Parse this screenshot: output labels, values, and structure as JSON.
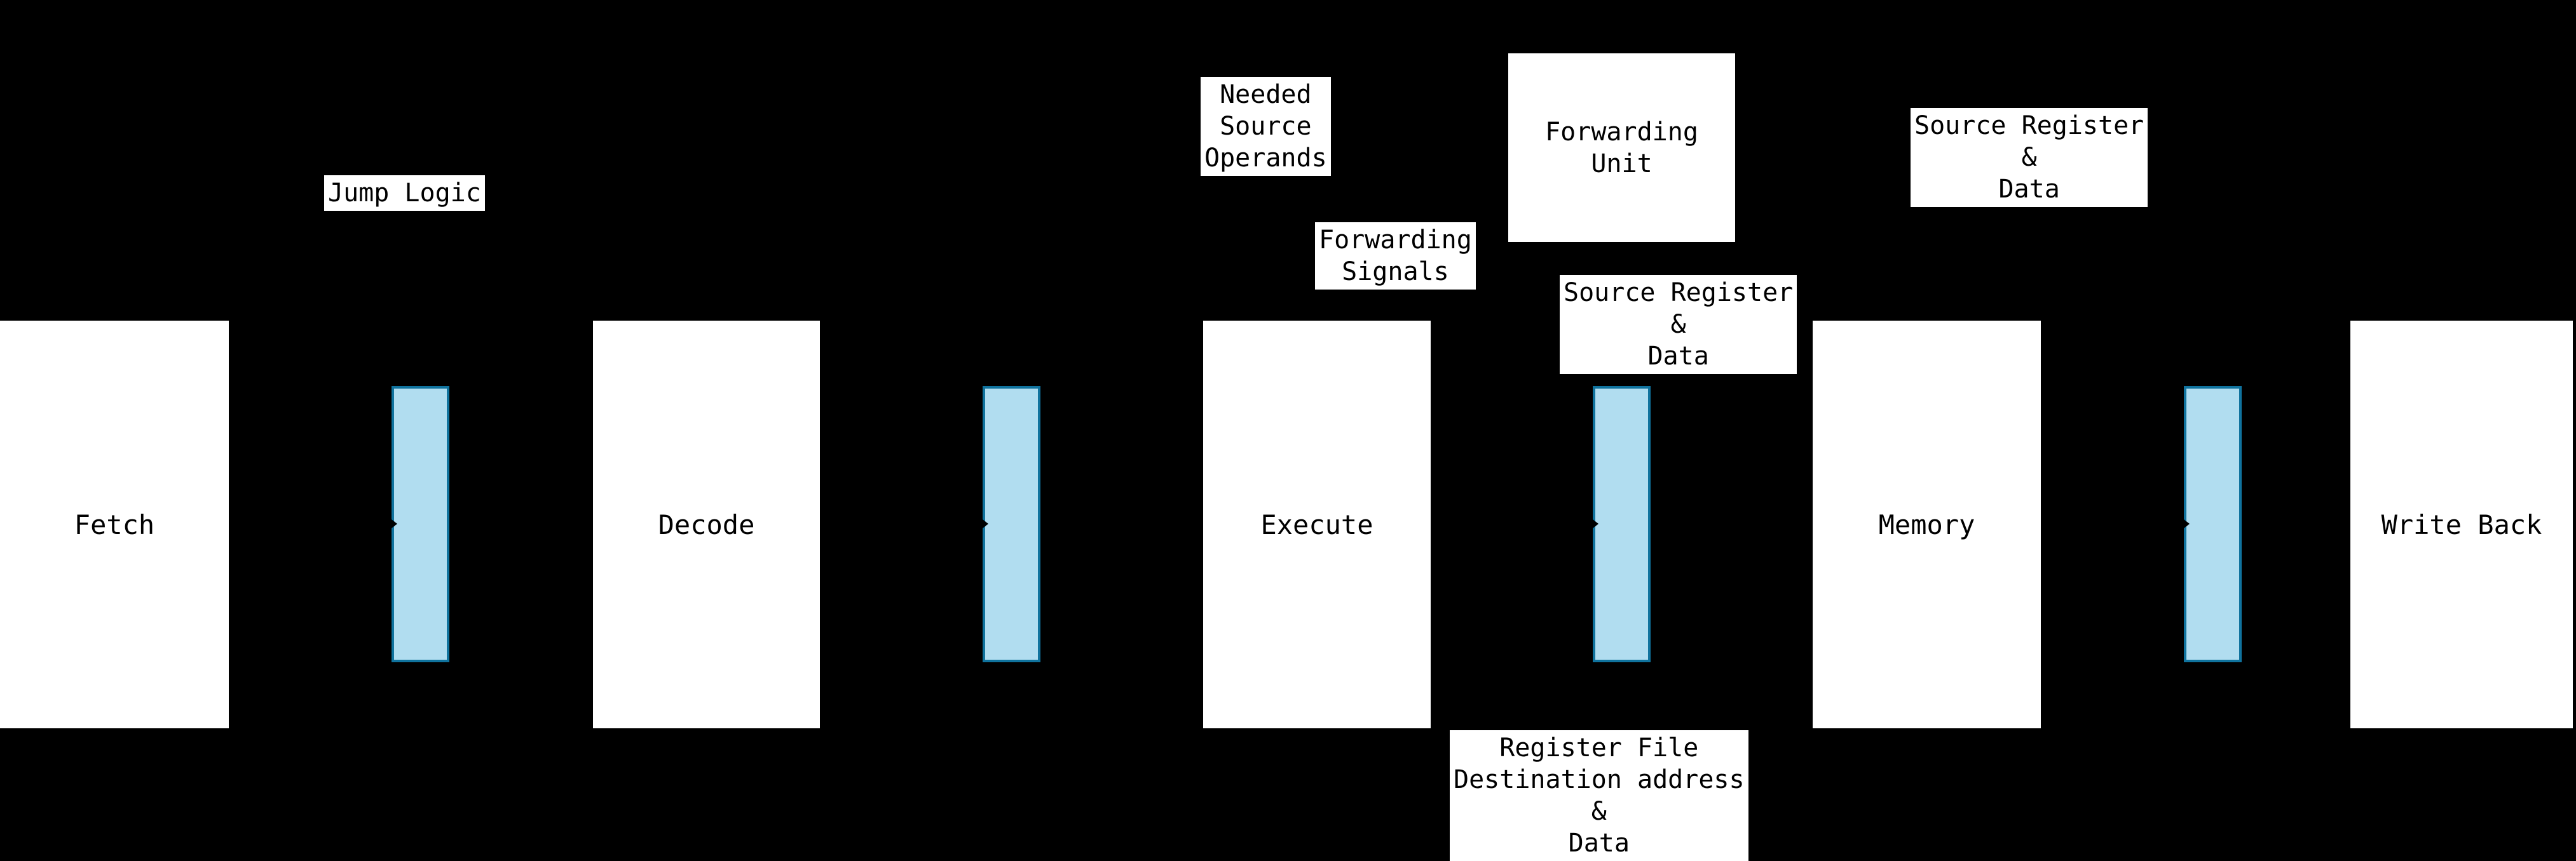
{
  "diagram": {
    "type": "cpu-pipeline-diagram",
    "stages": [
      {
        "label": "Fetch"
      },
      {
        "label": "Decode"
      },
      {
        "label": "Execute"
      },
      {
        "label": "Memory"
      },
      {
        "label": "Write Back"
      }
    ],
    "forwarding_unit": {
      "label": "Forwarding\nUnit"
    },
    "annotations": {
      "jump_logic": "Jump Logic",
      "needed_source_operands": "Needed\nSource\nOperands",
      "forwarding_signals": "Forwarding\nSignals",
      "source_register_data_upper": "Source Register\n&\nData",
      "source_register_data_lower": "Source Register\n&\nData",
      "register_file_destination": "Register File\nDestination address\n&\nData"
    },
    "colors": {
      "background": "#000000",
      "box_fill": "#ffffff",
      "box_text": "#000000",
      "register_fill": "#b1ddf0",
      "register_stroke": "#10739e"
    }
  }
}
